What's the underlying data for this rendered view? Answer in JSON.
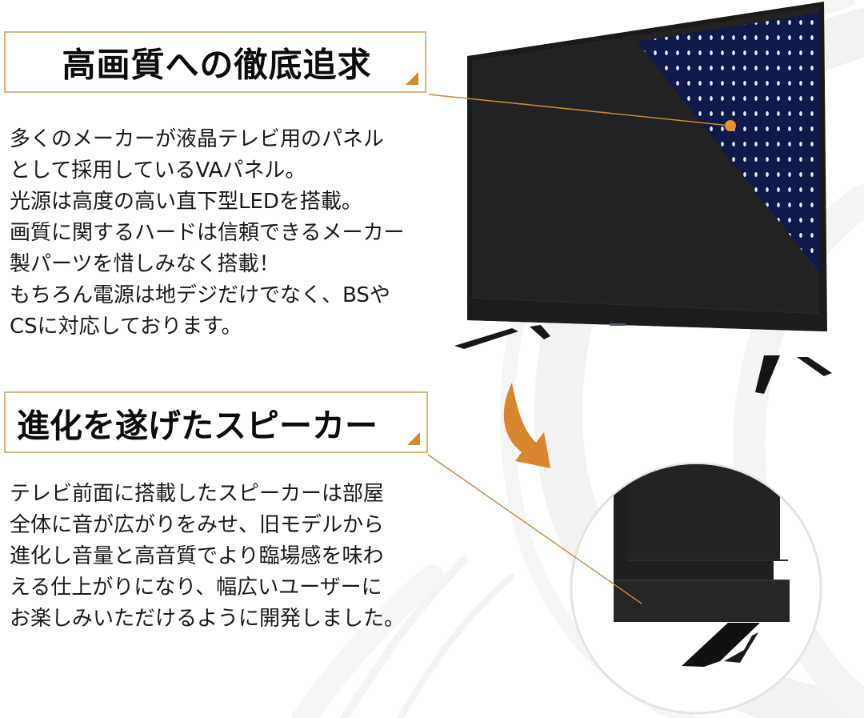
{
  "sections": [
    {
      "heading": "高画質への徹底追求",
      "lines": [
        "多くのメーカーが液晶テレビ用のパネル",
        "として採用しているVAパネル。",
        "光源は高度の高い直下型LEDを搭載。",
        "画質に関するハードは信頼できるメーカー",
        "製パーツを惜しみなく搭載！",
        "もちろん電源は地デジだけでなく、BSや",
        "CSに対応しております。"
      ]
    },
    {
      "heading": "進化を遂げたスピーカー",
      "lines": [
        "テレビ前面に搭載したスピーカーは部屋",
        "全体に音が広がりをみせ、旧モデルから",
        "進化し音量と高音質でより臨場感を味わ",
        "える仕上がりになり、幅広いユーザーに",
        "お楽しみいただけるように開発しました。"
      ]
    }
  ],
  "colors": {
    "accent": "#d58a30",
    "box_border": "#d7b679",
    "leader_line": "#c98a2e",
    "tv_body": "#1f1f1f",
    "led_panel": "#0f1a4a",
    "led_dot": "#e8eeff"
  },
  "icons": {
    "arrow": "curved-down-arrow-icon",
    "callout_dot": "callout-dot-icon"
  }
}
